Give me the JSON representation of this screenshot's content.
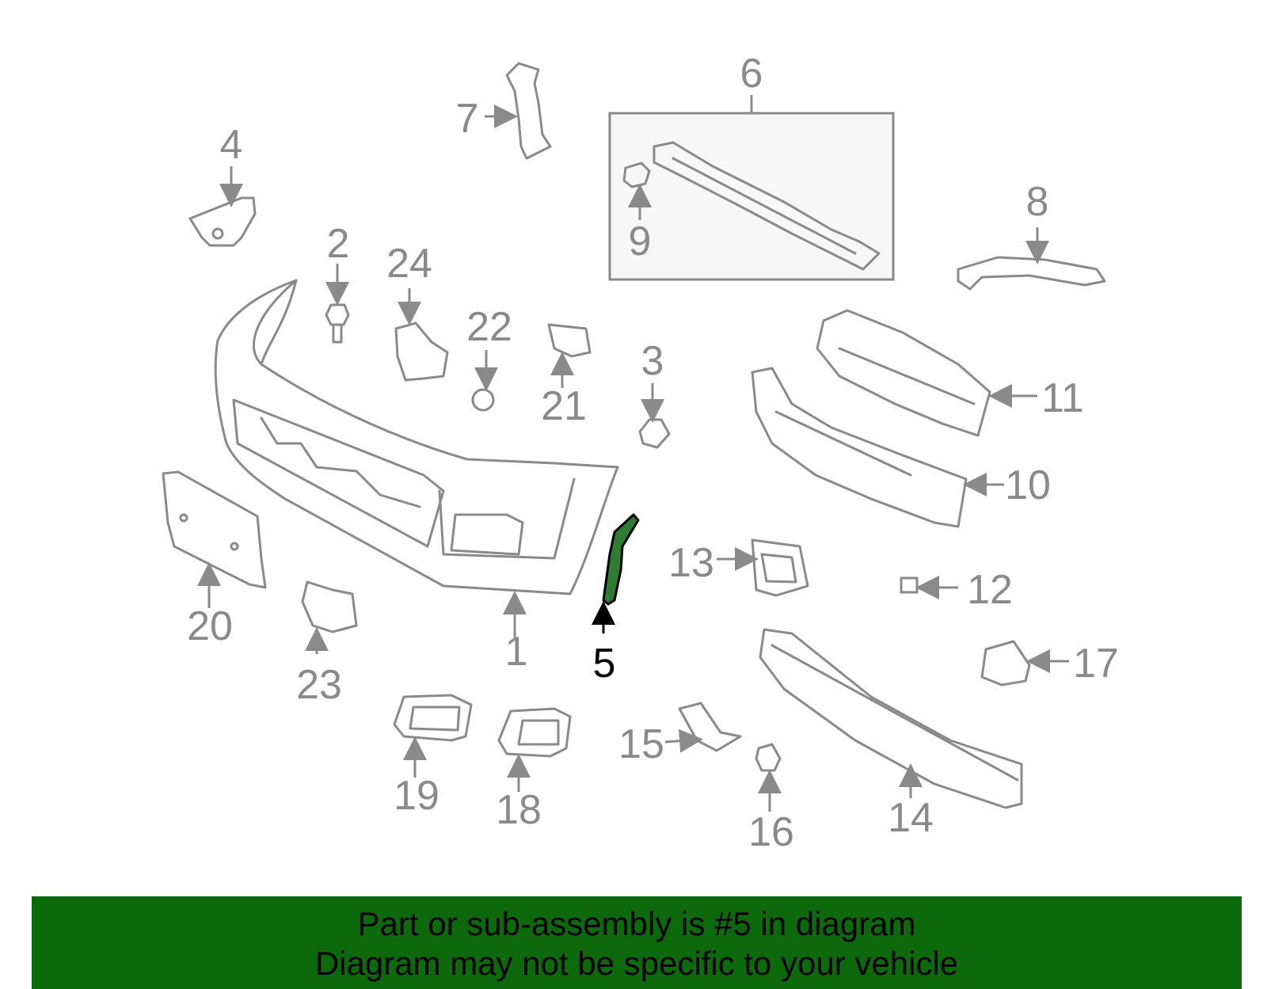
{
  "diagram": {
    "highlighted_part": "5",
    "highlight_color": "#2e7d32",
    "callouts": [
      "1",
      "2",
      "3",
      "4",
      "5",
      "6",
      "7",
      "8",
      "9",
      "10",
      "11",
      "12",
      "13",
      "14",
      "15",
      "16",
      "17",
      "18",
      "19",
      "20",
      "21",
      "22",
      "23",
      "24"
    ]
  },
  "banner": {
    "line1": "Part or sub-assembly is #5 in diagram",
    "line2": "Diagram may not be specific to your vehicle",
    "background": "#0c6a0c"
  }
}
